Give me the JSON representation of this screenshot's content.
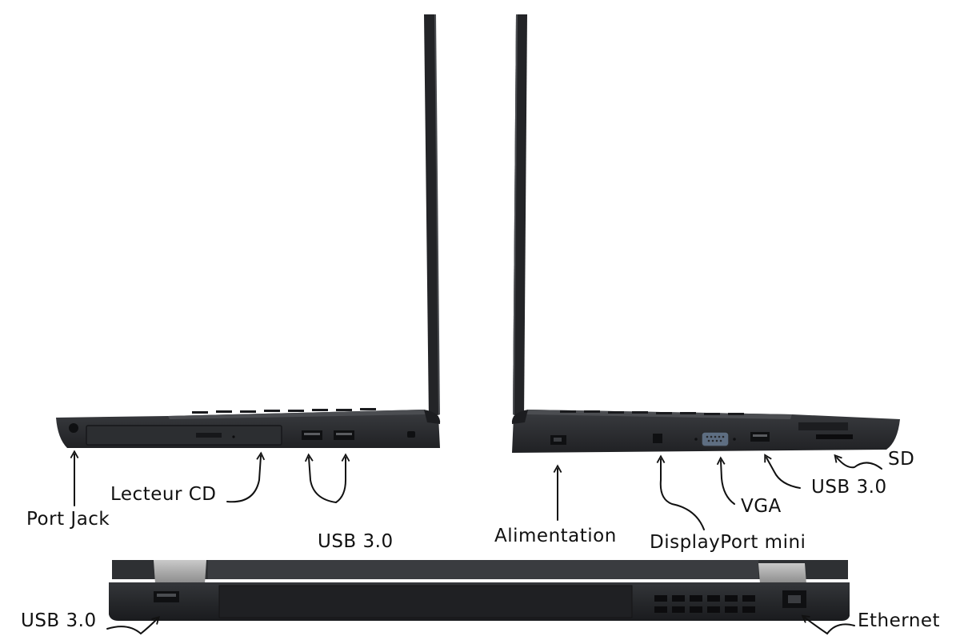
{
  "labels": {
    "port_jack": "Port Jack",
    "lecteur_cd": "Lecteur CD",
    "usb_left": "USB 3.0",
    "alimentation": "Alimentation",
    "displayport": "DisplayPort mini",
    "vga": "VGA",
    "usb_right": "USB 3.0",
    "sd": "SD",
    "usb_back": "USB 3.0",
    "ethernet": "Ethernet"
  },
  "colors": {
    "background": "#ffffff",
    "chassis": "#2a2c2f",
    "chassis_dark": "#1c1d20",
    "hinge": "#a9a9a9",
    "ink": "#111111"
  }
}
